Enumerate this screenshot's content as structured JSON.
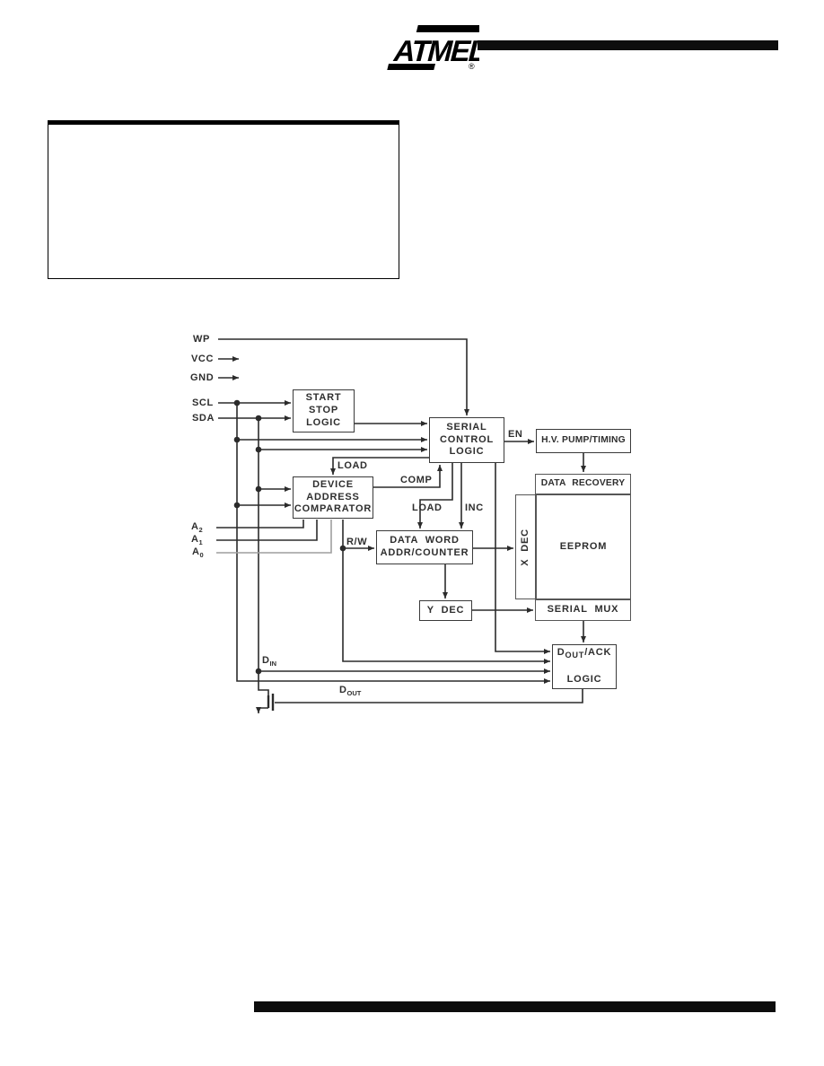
{
  "header": {
    "logo_text": "ATMEL",
    "registered_mark": "®"
  },
  "diagram": {
    "pins": {
      "wp": "WP",
      "vcc": "VCC",
      "gnd": "GND",
      "scl": "SCL",
      "sda": "SDA",
      "a2": {
        "base": "A",
        "sub": "2"
      },
      "a1": {
        "base": "A",
        "sub": "1"
      },
      "a0": {
        "base": "A",
        "sub": "0"
      },
      "din": {
        "base": "D",
        "sub": "IN"
      },
      "dout": {
        "base": "D",
        "sub": "OUT"
      }
    },
    "blocks": {
      "start_stop": "START\nSTOP\nLOGIC",
      "serial_control": "SERIAL\nCONTROL\nLOGIC",
      "hv_pump": "H.V. PUMP/TIMING",
      "data_recovery": "DATA RECOVERY",
      "x_dec": "X DEC",
      "eeprom": "EEPROM",
      "serial_mux": "SERIAL MUX",
      "device_address": "DEVICE\nADDRESS\nCOMPARATOR",
      "data_word": "DATA WORD\nADDR/COUNTER",
      "y_dec": "Y DEC",
      "dout_ack": {
        "pre": "D",
        "sub": "OUT",
        "post": "/ACK",
        "line2": "LOGIC"
      }
    },
    "signals": {
      "load_upper": "LOAD",
      "comp": "COMP",
      "en": "EN",
      "load_lower": "LOAD",
      "inc": "INC",
      "rw": "R/W"
    },
    "colors": {
      "line": "#2b2b2b",
      "a0_line": "#9e9e9e",
      "box_border": "#3a3a3a",
      "bar": "#0d0d0d"
    }
  }
}
